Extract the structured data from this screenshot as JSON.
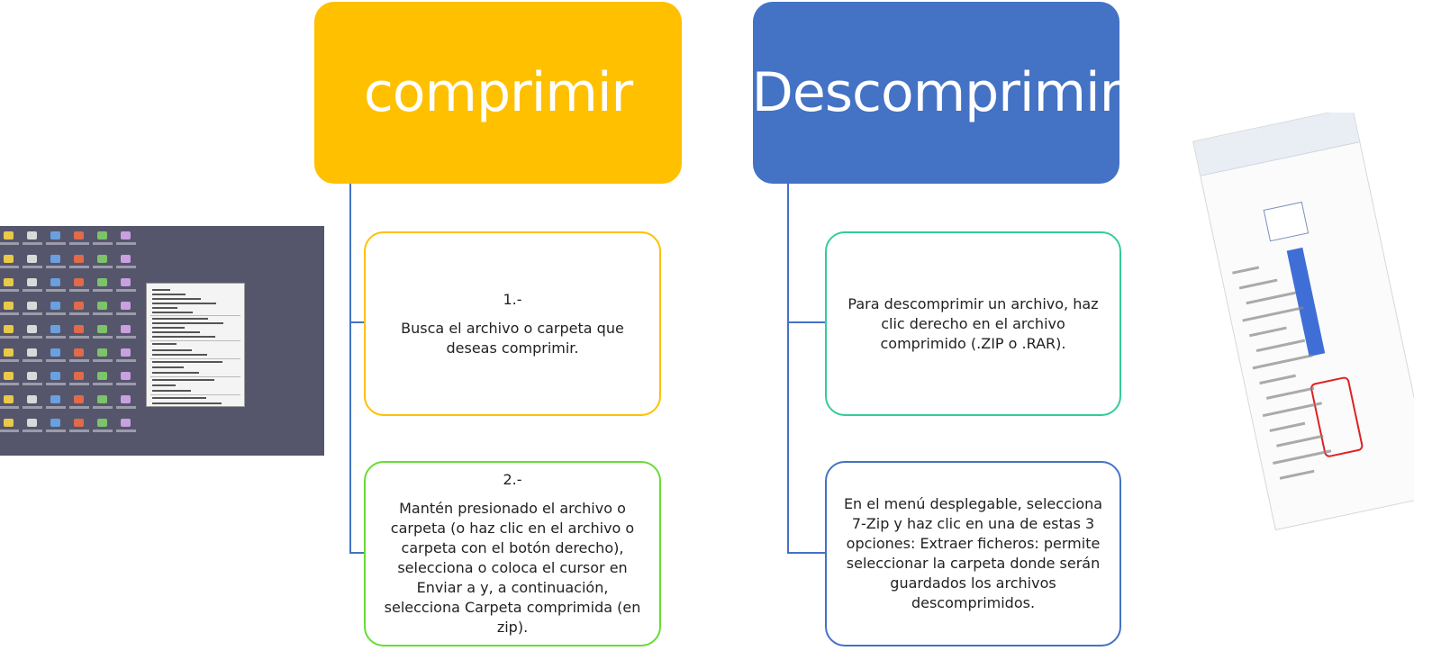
{
  "left": {
    "title": "comprimir",
    "step1": {
      "number": "1.-",
      "text": "Busca el archivo o carpeta que deseas comprimir."
    },
    "step2": {
      "number": "2.-",
      "text": "Mantén presionado el archivo o carpeta (o haz clic en el archivo o carpeta con el botón derecho), selecciona o coloca el cursor en Enviar a y, a continuación, selecciona Carpeta comprimida (en zip)."
    }
  },
  "right": {
    "title": "Descomprimir",
    "step1": {
      "text": "Para descomprimir un archivo, haz clic derecho en el archivo comprimido (.ZIP o .RAR)."
    },
    "step2": {
      "text": "En el menú desplegable, selecciona 7-Zip y haz clic en una de estas 3 opciones: Extraer ficheros: permite seleccionar la carpeta donde serán guardados los archivos descomprimidos."
    }
  },
  "colors": {
    "left_header": "#FFC000",
    "right_header": "#4472C4",
    "connector": "#4472C4",
    "left_step1_border": "#FFC000",
    "left_step2_border": "#66DD33",
    "right_step1_border": "#33CC99",
    "right_step2_border": "#4472C4"
  }
}
